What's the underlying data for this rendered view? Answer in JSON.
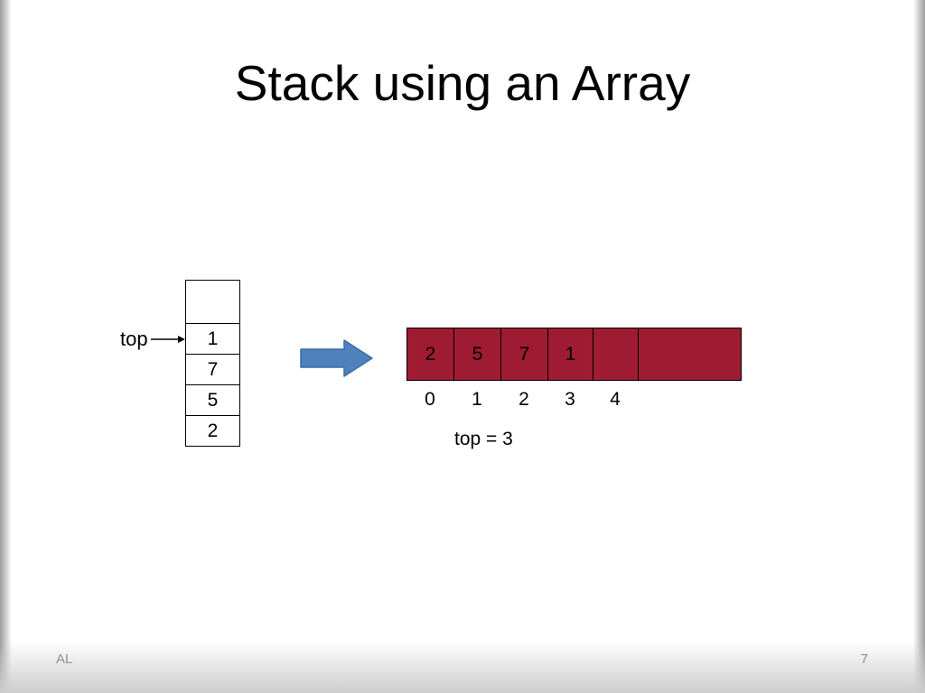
{
  "colors": {
    "array_fill": "#9e1b32",
    "arrow_fill": "#4f81bd",
    "arrow_border": "#3c6ea5",
    "footer_text": "#8f8f8f"
  },
  "slide": {
    "title": "Stack using an Array",
    "footer_left": "AL",
    "page_number": "7"
  },
  "stack_diagram": {
    "pointer_label": "top",
    "cells": [
      "",
      "1",
      "7",
      "5",
      "2"
    ]
  },
  "array_diagram": {
    "cells": [
      "2",
      "5",
      "7",
      "1",
      "",
      ""
    ],
    "indices": [
      "0",
      "1",
      "2",
      "3",
      "4"
    ],
    "top_text": "top = 3"
  }
}
